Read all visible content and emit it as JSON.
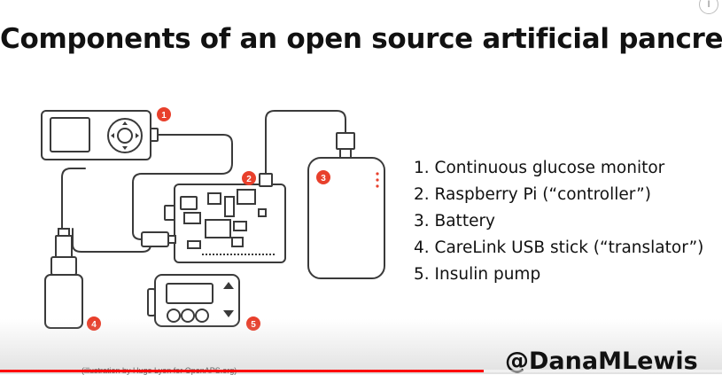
{
  "title": "Components of an open source artificial pancreas",
  "info_icon": "i",
  "legend": [
    "1. Continuous glucose monitor",
    "2. Raspberry Pi (“controller”)",
    "3. Battery",
    "4. CareLink USB stick (“translator”)",
    "5. Insulin pump"
  ],
  "badges": [
    "1",
    "2",
    "3",
    "4",
    "5"
  ],
  "badge_color": "#e8402c",
  "caption": "(illustration by Hugo Lyon for OpenAPS.org)",
  "handle": "@DanaMLewis",
  "video_progress": 0.67,
  "progress_color": "#ff0000"
}
